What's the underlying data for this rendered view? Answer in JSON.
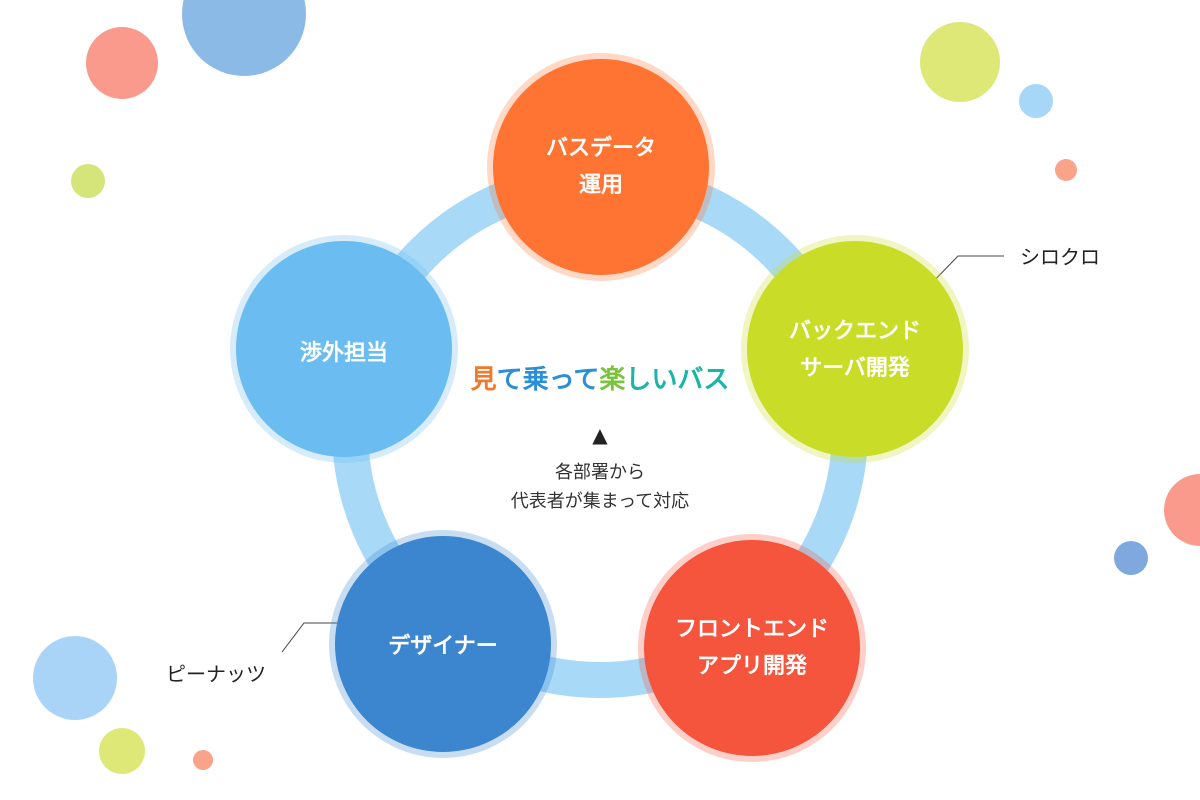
{
  "nodes": [
    {
      "id": "bus-data",
      "lines": [
        "バスデータ",
        "運用"
      ],
      "color": "#FF7433"
    },
    {
      "id": "backend",
      "lines": [
        "バックエンド",
        "サーバ開発"
      ],
      "color": "#C8DC28"
    },
    {
      "id": "frontend",
      "lines": [
        "フロントエンド",
        "アプリ開発"
      ],
      "color": "#F4553C"
    },
    {
      "id": "designer",
      "lines": [
        "デザイナー"
      ],
      "color": "#3B86CE"
    },
    {
      "id": "external",
      "lines": [
        "渉外担当"
      ],
      "color": "#6BBCF0"
    }
  ],
  "center": {
    "logo": "見て乗って楽しいバス",
    "arrow": "▲",
    "caption_line1": "各部署から",
    "caption_line2": "代表者が集まって対応"
  },
  "callouts": {
    "backend_team": "シロクロ",
    "designer_team": "ピーナッツ"
  },
  "colors": {
    "ring": "#A8DAF8",
    "logo_orange": "#F07A2A",
    "logo_blue": "#2A8FD6",
    "logo_green": "#7CC242",
    "logo_teal": "#1BB5A8"
  }
}
